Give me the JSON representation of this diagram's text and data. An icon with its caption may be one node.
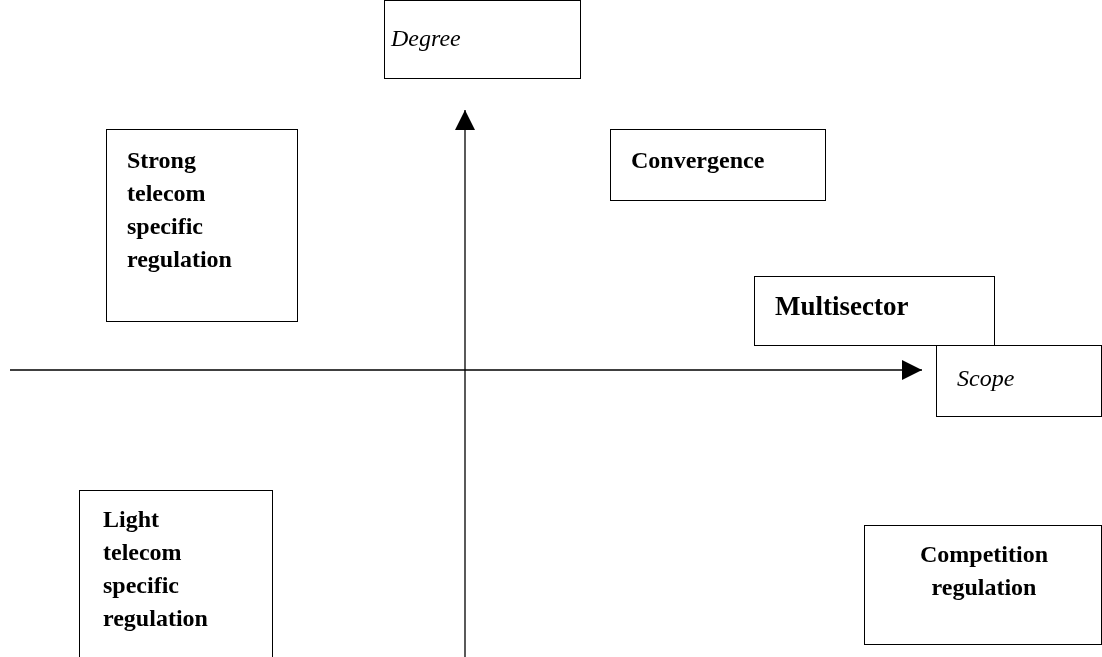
{
  "diagram": {
    "nodes": [
      {
        "text": [
          "Degree"
        ]
      },
      {
        "text": [
          "Strong telecom specific regulation"
        ]
      },
      {
        "text": [
          "Convergence"
        ]
      },
      {
        "text": [
          "Multisector"
        ]
      },
      {
        "text": [
          "Scope"
        ]
      },
      {
        "text": [
          "Light telecom specific regulation"
        ]
      },
      {
        "text": [
          "Competition regulation"
        ]
      }
    ],
    "edges": [
      {
        "from": null,
        "to": 0,
        "arrow": "to"
      },
      {
        "from": null,
        "to": 4,
        "arrow": "to"
      }
    ]
  }
}
